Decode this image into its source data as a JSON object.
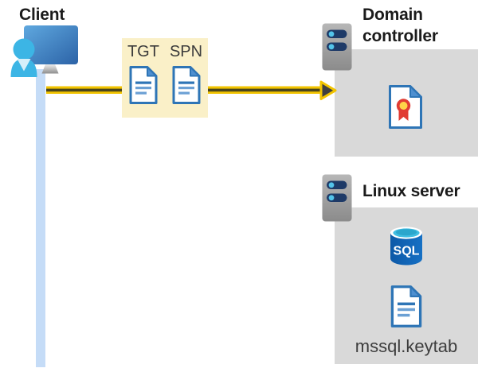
{
  "diagram": {
    "client": {
      "label": "Client",
      "icon": "client-computer-icon"
    },
    "ticket_box": {
      "items": [
        {
          "label": "TGT",
          "icon": "document-icon"
        },
        {
          "label": "SPN",
          "icon": "document-icon"
        }
      ]
    },
    "arrow": {
      "direction": "right",
      "from": "client",
      "to": "domain-controller"
    },
    "domain_controller": {
      "label": "Domain controller",
      "server_icon": "server-icon",
      "content_icon": "certificate-icon"
    },
    "linux_server": {
      "label": "Linux server",
      "server_icon": "server-icon",
      "sql_icon_label": "SQL",
      "keytab_icon": "document-icon",
      "keytab_label": "mssql.keytab"
    },
    "colors": {
      "arrow_yellow": "#f2c400",
      "arrow_core": "#4a451d",
      "ticket_box_bg": "#faf0c8",
      "panel_bg": "#d9d9d9",
      "client_line_blue": "#c5dcf7",
      "document_blue": "#2e75b6",
      "document_fold_blue": "#4e8fd0",
      "server_bar_navy": "#1e3a67",
      "server_dot_cyan": "#53c4ea",
      "person_cyan": "#3cb5e5",
      "cert_red": "#e13b32",
      "cert_gold": "#ffd348",
      "sql_body_blue": "#0d5aa8",
      "sql_top_cyan": "#3fbde2",
      "label_dark": "#1b1b1b",
      "sublabel_gray": "#3c3c3c"
    }
  }
}
